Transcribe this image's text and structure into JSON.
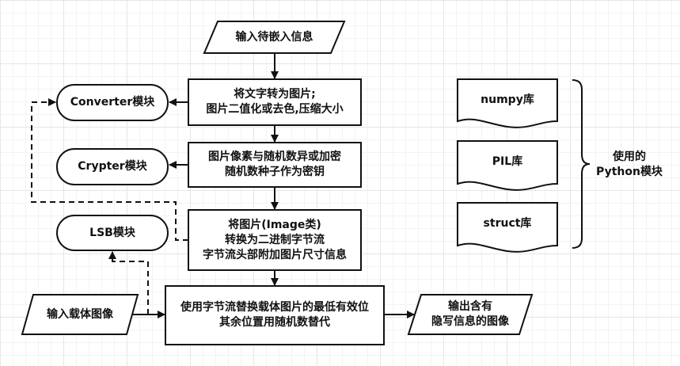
{
  "nodes": {
    "input_info": "输入待嵌入信息",
    "step1": [
      "将文字转为图片;",
      "图片二值化或去色,压缩大小"
    ],
    "step2": [
      "图片像素与随机数异或加密",
      "随机数种子作为密钥"
    ],
    "step3": [
      "将图片(Image类)",
      "转换为二进制字节流",
      "字节流头部附加图片尺寸信息"
    ],
    "step4": [
      "使用字节流替换载体图片的最低有效位",
      "其余位置用随机数替代"
    ],
    "input_carrier": "输入载体图像",
    "output": [
      "输出含有",
      "隐写信息的图像"
    ],
    "converter": "Converter模块",
    "crypter": "Crypter模块",
    "lsb": "LSB模块"
  },
  "libraries": {
    "items": [
      "numpy库",
      "PIL库",
      "struct库"
    ],
    "brace_label": [
      "使用的",
      "Python模块"
    ]
  },
  "colors": {
    "stroke": "#111111",
    "fill": "#ffffff",
    "text": "#111111"
  }
}
